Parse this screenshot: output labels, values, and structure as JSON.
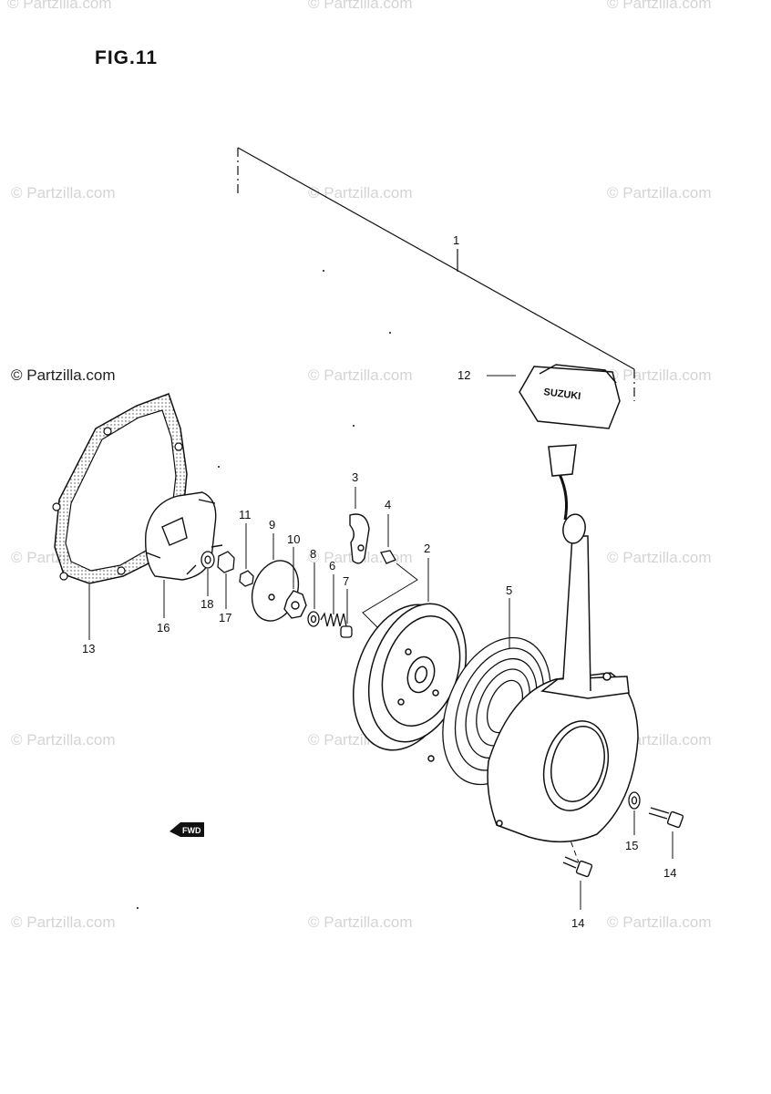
{
  "figure_title": "FIG.11",
  "watermark": "© Partzilla.com",
  "watermark_dark": "© Partzilla.com",
  "callouts": {
    "p1": "1",
    "p2": "2",
    "p3": "3",
    "p4": "4",
    "p5": "5",
    "p6": "6",
    "p7": "7",
    "p8": "8",
    "p9": "9",
    "p10": "10",
    "p11": "11",
    "p12": "12",
    "p13": "13",
    "p14a": "14",
    "p14b": "14",
    "p15": "15",
    "p16": "16",
    "p17": "17",
    "p18": "18"
  },
  "handle_logo": "SUZUKI",
  "fwd_label": "FWD",
  "colors": {
    "ink": "#111111",
    "watermark": "#d4d4d4"
  }
}
